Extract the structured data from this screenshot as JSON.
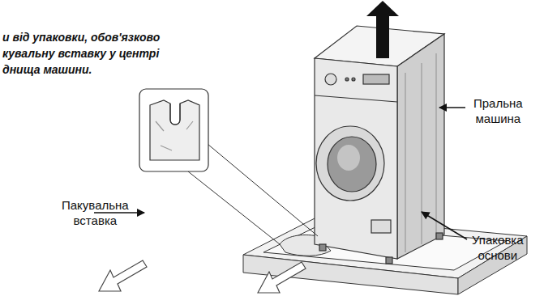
{
  "diagram": {
    "labels": [
      "и від упаковки, обов'язково кувальну вставку у центрі днища машини.",
      "Пральна машина",
      "Пакувальна вставка",
      "Упаковка основи"
    ]
  }
}
